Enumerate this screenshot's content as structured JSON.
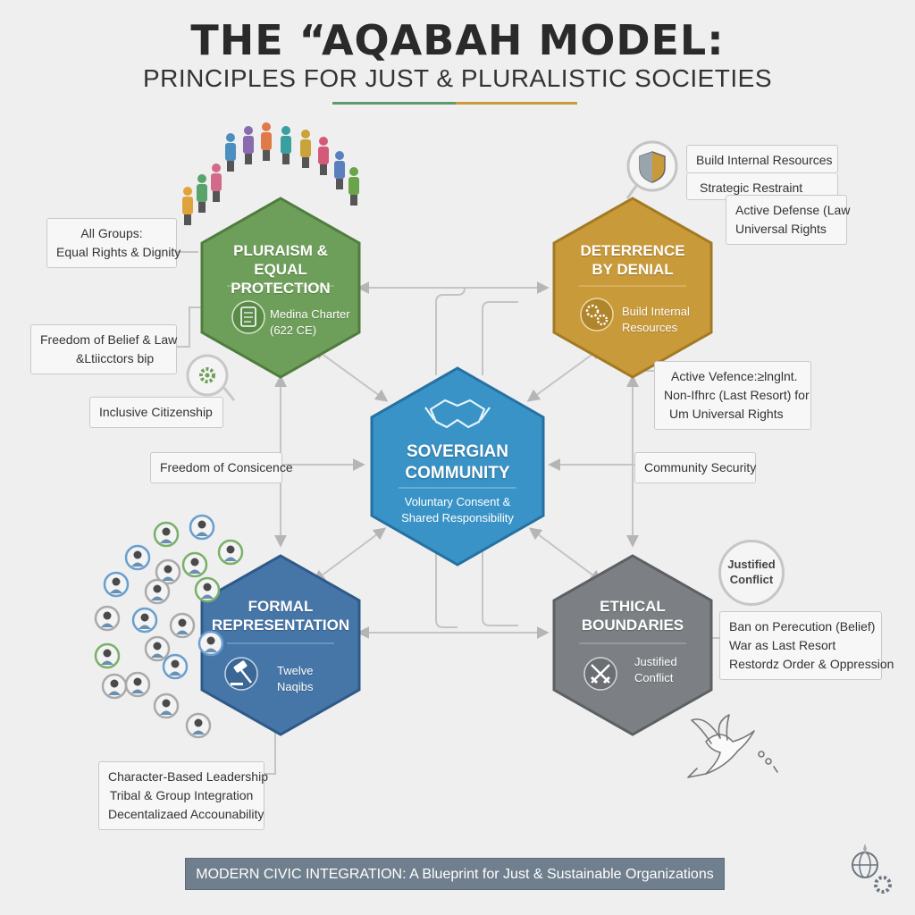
{
  "header": {
    "title": "THE “AQABAH MODEL:",
    "subtitle": "PRINCIPLES FOR JUST & PLURALISTIC SOCIETIES"
  },
  "colors": {
    "green": "#6e9f5a",
    "gold": "#c99a3a",
    "blue_center": "#3a93c6",
    "blue_dark": "#4676a8",
    "grey": "#7c7f83",
    "rule_green": "#5f9a6a",
    "rule_gold": "#c9993a"
  },
  "center": {
    "title_lines": [
      "SOVERGIAN",
      "COMMUNITY"
    ],
    "sub_lines": [
      "Voluntary Consent &",
      "Shared Responsibility"
    ],
    "icon": "handshake-icon"
  },
  "hexes": {
    "pluralism": {
      "title_lines": [
        "PLURAISM &",
        "EQUAL PROTECTION"
      ],
      "sub_lines": [
        "Medina Charter",
        "(622 CE)"
      ],
      "icon": "scroll-icon"
    },
    "deterrence": {
      "title_lines": [
        "DETERRENCE",
        "BY DENIAL"
      ],
      "sub_lines": [
        "Build Internal",
        "Resources"
      ],
      "icon": "gears-icon"
    },
    "representation": {
      "title_lines": [
        "FORMAL",
        "REPRESENTATION"
      ],
      "sub_lines": [
        "Twelve",
        "Naqibs"
      ],
      "icon": "gavel-icon"
    },
    "ethical": {
      "title_lines": [
        "ETHICAL",
        "BOUNDARIES"
      ],
      "sub_lines": [
        "Justified",
        "Conflict"
      ],
      "icon": "crossed-swords-icon"
    }
  },
  "boxes": {
    "all_groups": [
      "All Groups:",
      "Equal Rights & Dignity"
    ],
    "freedom_belief": [
      "Freedom of Belief & Law",
      "&Ltiicctors bip"
    ],
    "inclusive": [
      "Inclusive Citizenship"
    ],
    "freedom_conscience": [
      "Freedom of Consicence"
    ],
    "character": [
      "Character-Based Leadership",
      "Tribal & Group Integration",
      "Decentalizaed Accounability"
    ],
    "build_internal": [
      "Build Internal Resources"
    ],
    "strategic": [
      "Strategic Restraint"
    ],
    "active_defense": [
      "Active Defense (Law",
      "Universal Rights"
    ],
    "active_vefence": [
      "Active Vefence:≥lnglnt.",
      "Non-Ifhrc (Last Resort) for",
      "Um Universal Rights"
    ],
    "community_security": [
      "Community Security"
    ],
    "ban": [
      "Ban on Perecution (Belief)",
      "War as Last Resort",
      "Restordz Order & Oppression"
    ]
  },
  "bubble": {
    "lines": [
      "Justified",
      "Conflict"
    ]
  },
  "footer": {
    "banner": "MODERN CIVIC INTEGRATION: A Blueprint for Just & Sustainable Organizations",
    "icon": "globe-gear-icon"
  },
  "decor": {
    "people_icon": "people-crowd-icon",
    "avatars_icon": "avatar-circles-icon",
    "shield_icon": "shield-icon",
    "gear_icon": "gear-icon",
    "dove_icon": "dove-broken-chain-icon"
  }
}
